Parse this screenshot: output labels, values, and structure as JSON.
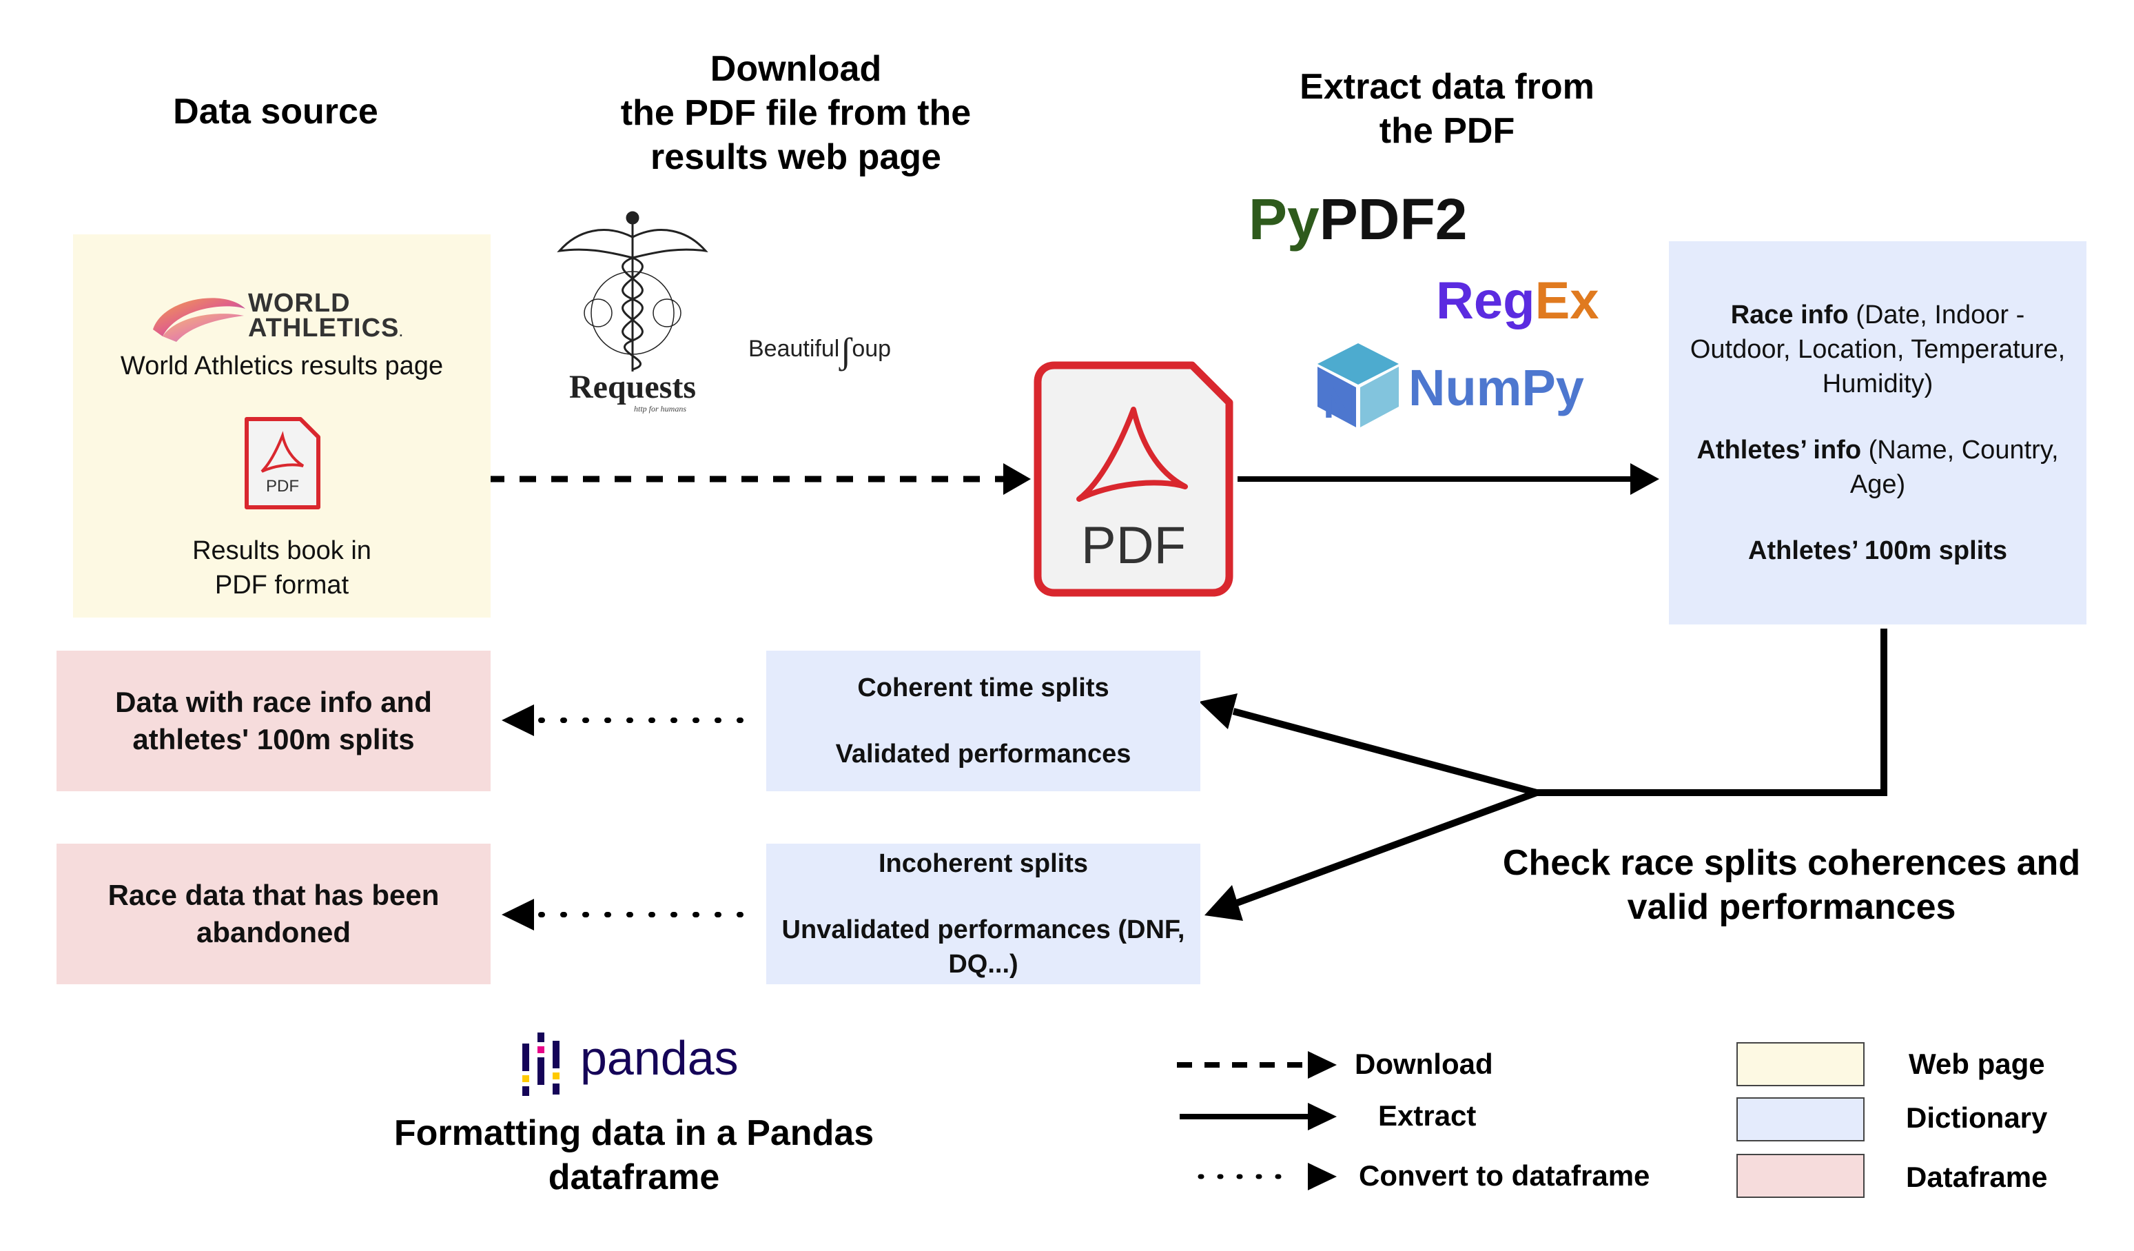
{
  "headings": {
    "data_source": "Data source",
    "download": [
      "Download",
      "the PDF file from the",
      "results web page"
    ],
    "extract": [
      "Extract data from",
      "the PDF"
    ],
    "check": [
      "Check race splits coherences and",
      "valid performances"
    ],
    "formatting": [
      "Formatting data in a Pandas",
      "dataframe"
    ]
  },
  "web_box": {
    "logo_line1": "WORLD",
    "logo_line2": "ATHLETICS",
    "logo_mark": ".",
    "page_label": "World Athletics results page",
    "pdf_icon_text": "PDF",
    "book_label": [
      "Results book in",
      "PDF format"
    ]
  },
  "tools": {
    "requests": "Requests",
    "requests_tagline": "http for humans",
    "beautifulsoup_a": "Beautiful",
    "beautifulsoup_b": "oup",
    "pypdf_a": "Py",
    "pypdf_b": "PDF2",
    "regex_a": "Reg",
    "regex_b": "Ex",
    "numpy": "NumPy",
    "pandas": "pandas"
  },
  "big_pdf_text": "PDF",
  "dict_main": {
    "race_bold": "Race info",
    "race_rest_1": " (Date, Indoor -",
    "race_rest_2": "Outdoor, Location, Temperature,",
    "race_rest_3": "Humidity)",
    "athletes_bold": "Athletes’ info",
    "athletes_rest_1": " (Name, Country,",
    "athletes_rest_2": "Age)",
    "splits": "Athletes’ 100m splits"
  },
  "coherent_box": [
    "Coherent time splits",
    "Validated performances"
  ],
  "incoherent_box": [
    "Incoherent splits",
    "Unvalidated performances (DNF,",
    "DQ...)"
  ],
  "df_box_1": [
    "Data with race info and",
    "athletes' 100m splits"
  ],
  "df_box_2": [
    "Race data that has been",
    "abandoned"
  ],
  "legend": {
    "arrows": [
      {
        "label": "Download",
        "style": "dashed"
      },
      {
        "label": "Extract",
        "style": "solid"
      },
      {
        "label": "Convert to dataframe",
        "style": "dotted"
      }
    ],
    "colors": [
      {
        "label": "Web page",
        "color": "#fdf9e3"
      },
      {
        "label": "Dictionary",
        "color": "#e4ebfc"
      },
      {
        "label": "Dataframe",
        "color": "#f6dcdc"
      }
    ]
  },
  "colors": {
    "pdf_red": "#d9272e",
    "pypdf_green": "#2e5a1c",
    "regex_purple": "#5b2be0",
    "regex_orange": "#e07a1f",
    "numpy_blue": "#4d77cf",
    "pandas_navy": "#150458"
  }
}
